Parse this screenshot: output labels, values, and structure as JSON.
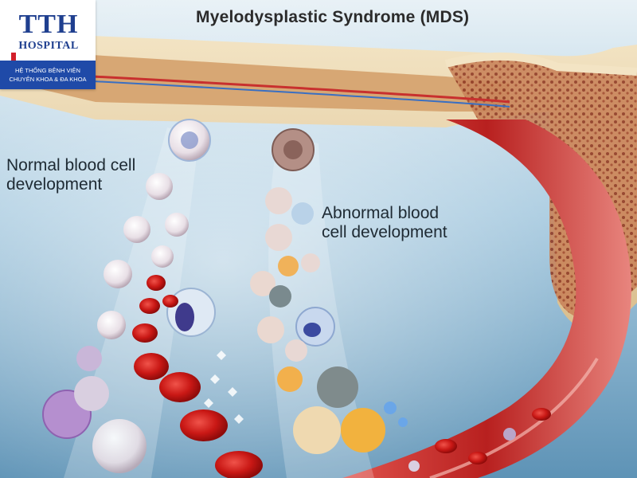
{
  "title": "Myelodysplastic Syndrome (MDS)",
  "labels": {
    "normal": [
      "Normal blood cell",
      "development"
    ],
    "abnormal": [
      "Abnormal blood",
      "cell development"
    ]
  },
  "logo": {
    "mark": "TTH",
    "sub": "HOSPITAL",
    "line1": "HỆ THỐNG BỆNH VIỆN",
    "line2": "CHUYÊN KHOA & ĐA KHOA"
  },
  "colors": {
    "background": "#9cc2d8",
    "bone": "#ead6b0",
    "marrow": "#b5603f",
    "vessel": "#c8302e",
    "red_cell": "#d4231f",
    "logo_blue": "#1f4aa8",
    "logo_red": "#d21f2a"
  }
}
